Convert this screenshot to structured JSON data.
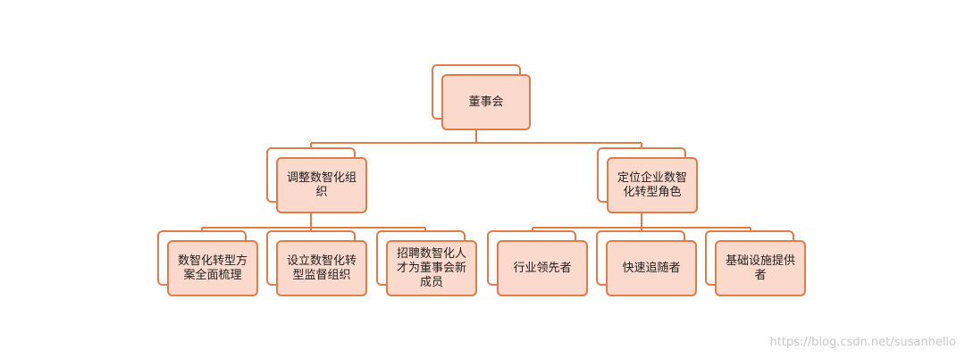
{
  "colors": {
    "node_fill": "#fbd9cc",
    "node_border": "#e07b4a",
    "connector": "#e07b4a",
    "watermark": "#c8c8c8"
  },
  "org_chart": {
    "root": "董事会",
    "branches": [
      {
        "label": "调整数智化组织",
        "children": [
          "数智化转型方案全面梳理",
          "设立数智化转型监督组织",
          "招聘数智化人才为董事会新成员"
        ]
      },
      {
        "label": "定位企业数智化转型角色",
        "children": [
          "行业领先者",
          "快速追随者",
          "基础设施提供者"
        ]
      }
    ]
  },
  "watermark": "https://blog.csdn.net/susanhello"
}
